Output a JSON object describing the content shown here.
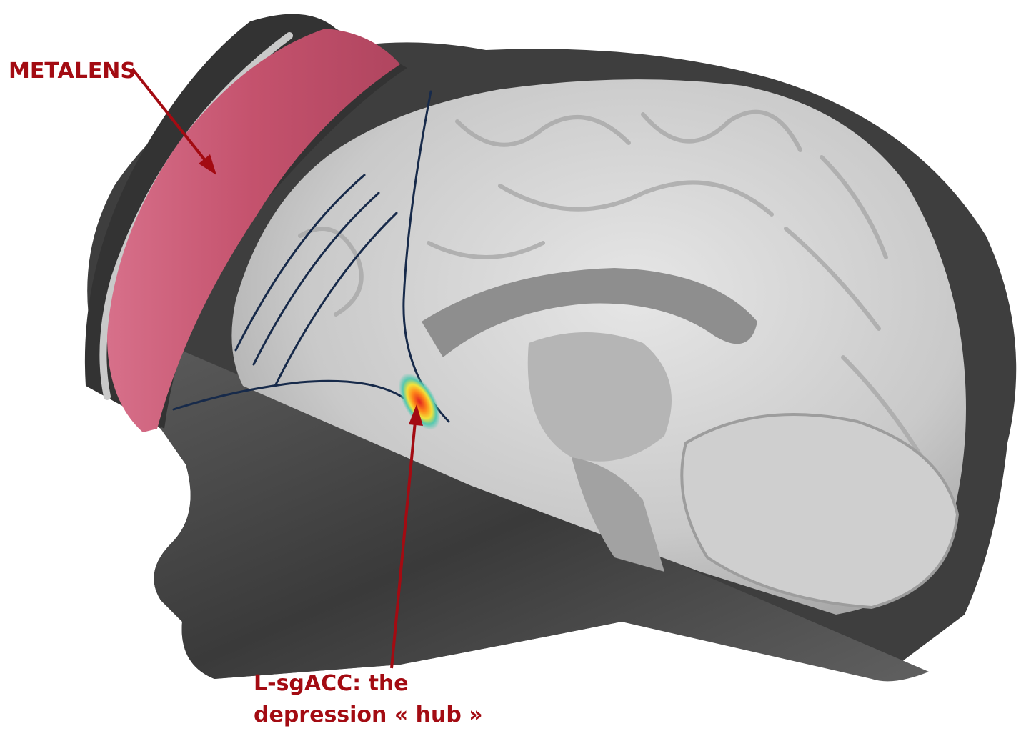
{
  "labels": {
    "metalens": "METALENS",
    "target_line1": "L-sgACC: the",
    "target_line2": "depression « hub »"
  },
  "colors": {
    "annotation_red": "#a30b12",
    "beam_lines": "#172a4a",
    "lens_pink": "#c85a73",
    "head_dark": "#3e3e3e",
    "brain_light": "#d9d9d9",
    "background": "#ffffff"
  }
}
